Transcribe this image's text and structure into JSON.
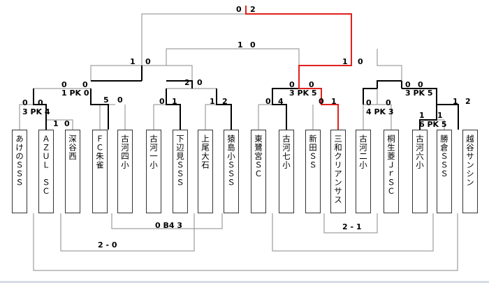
{
  "teams": [
    "あけのＳＳＳ",
    "ＡＺＵＬ　ＳＣ",
    "深谷西",
    "ＦＣ朱雀",
    "古河四小",
    "古河一小",
    "下辺見ＳＳＳ",
    "上尾大石",
    "猿島小ＳＳＳ",
    "東鷺宮ＳＣ",
    "古河七小",
    "新田ＳＳ",
    "三和クリアンサス",
    "古河二小",
    "桐生菱ＪｒＳＣ",
    "古河六小",
    "勝倉ＳＳＳ",
    "越谷サンシン"
  ],
  "scores": {
    "final": [
      "0",
      "2"
    ],
    "semi_left": [
      "1",
      "0"
    ],
    "semi_right": [
      "1",
      "0"
    ],
    "third_place": [
      "1",
      "0"
    ],
    "qf1": [
      "0",
      "0"
    ],
    "qf1_pk": "1 PK 0",
    "qf2": [
      "2",
      "0"
    ],
    "qf3": [
      "0",
      "0"
    ],
    "qf3_pk": "3 PK 5",
    "qf4": [
      "0",
      "0"
    ],
    "qf4_pk": "3 PK 5",
    "r1_a": [
      "0",
      "0"
    ],
    "r1_a_pk": "3 PK 4",
    "r1_b": [
      "1",
      "0"
    ],
    "r1_c": [
      "5",
      "0"
    ],
    "r1_d": [
      "0",
      "1"
    ],
    "r1_e": [
      "1",
      "2"
    ],
    "r1_f": [
      "0",
      "4"
    ],
    "r1_g": [
      "0",
      "1"
    ],
    "r1_h": [
      "0",
      "0"
    ],
    "r1_h_pk": "4 PK 3",
    "r1_i": [
      "1",
      "1"
    ],
    "r1_i_pk": "6 PK 5",
    "r1_j": [
      "1",
      "2"
    ],
    "loser_1": "2 - 0",
    "loser_2": "0 B4 3",
    "loser_3": "2 - 1"
  },
  "colors": {
    "line": "#333333",
    "winner": "#000000",
    "highlight": "#e0201c"
  }
}
